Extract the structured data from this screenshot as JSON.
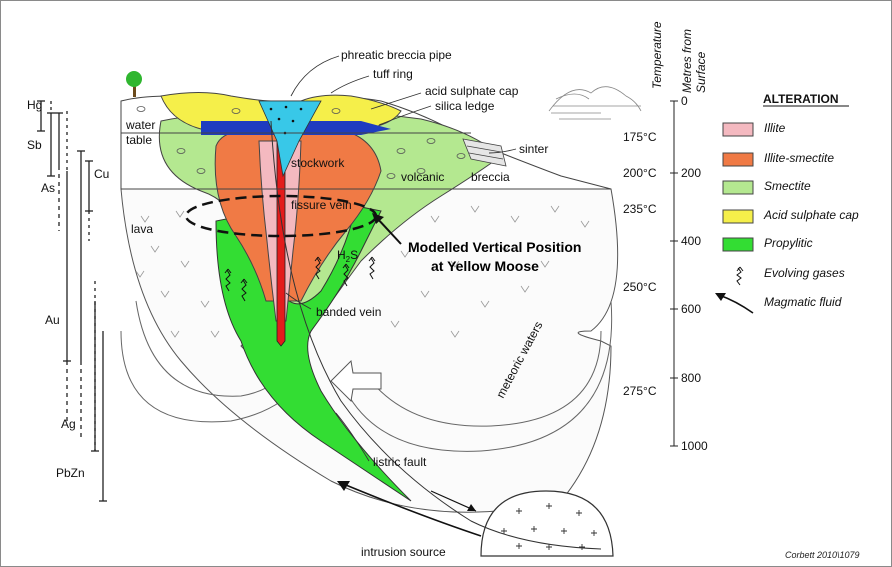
{
  "callouts": {
    "phreatic_breccia_pipe": "phreatic breccia pipe",
    "tuff_ring": "tuff ring",
    "acid_sulphate_cap": "acid sulphate cap",
    "silica_ledge": "silica ledge",
    "water": "water",
    "table": "table",
    "sinter": "sinter",
    "stockwork": "stockwork",
    "volcanic": "volcanic",
    "breccia": "breccia",
    "fissure_vein": "fissure vein",
    "lava": "lava",
    "h2s_main": "H",
    "h2s_sub": "2",
    "h2s_end": "S",
    "banded_vein": "banded vein",
    "meteoric_waters": "meteoric waters",
    "listric_fault": "listric fault",
    "intrusion_source": "intrusion source"
  },
  "annotation": {
    "line1": "Modelled Vertical Position",
    "line2": "at Yellow Moose"
  },
  "elements": [
    "Hg",
    "Sb",
    "As",
    "Cu",
    "Au",
    "Ag",
    "PbZn"
  ],
  "axes": {
    "temperature_title": "Temperature",
    "depth_title_1": "Metres from",
    "depth_title_2": "Surface",
    "temperatures": [
      "175°C",
      "200°C",
      "235°C",
      "250°C",
      "275°C"
    ],
    "depths": [
      "0",
      "200",
      "400",
      "600",
      "800",
      "1000"
    ]
  },
  "legend": {
    "title": "ALTERATION",
    "items": [
      {
        "label": "Illite",
        "color": "#f4b9c0"
      },
      {
        "label": "Illite-smectite",
        "color": "#f07a45"
      },
      {
        "label": "Smectite",
        "color": "#b4e890"
      },
      {
        "label": "Acid sulphate cap",
        "color": "#f5ef4a"
      },
      {
        "label": "Propylitic",
        "color": "#33dd33"
      }
    ],
    "gases_label": "Evolving gases",
    "magmatic_label": "Magmatic fluid"
  },
  "credit": "Corbett 2010\\1079",
  "colors": {
    "illite": "#f4b9c0",
    "illite_smectite": "#f07a45",
    "smectite": "#b4e890",
    "acid_cap": "#f5ef4a",
    "propylitic": "#33dd33",
    "breccia_pipe": "#38c8e8",
    "silica_ledge": "#1f3cc0",
    "vein": "#e31c1c"
  }
}
